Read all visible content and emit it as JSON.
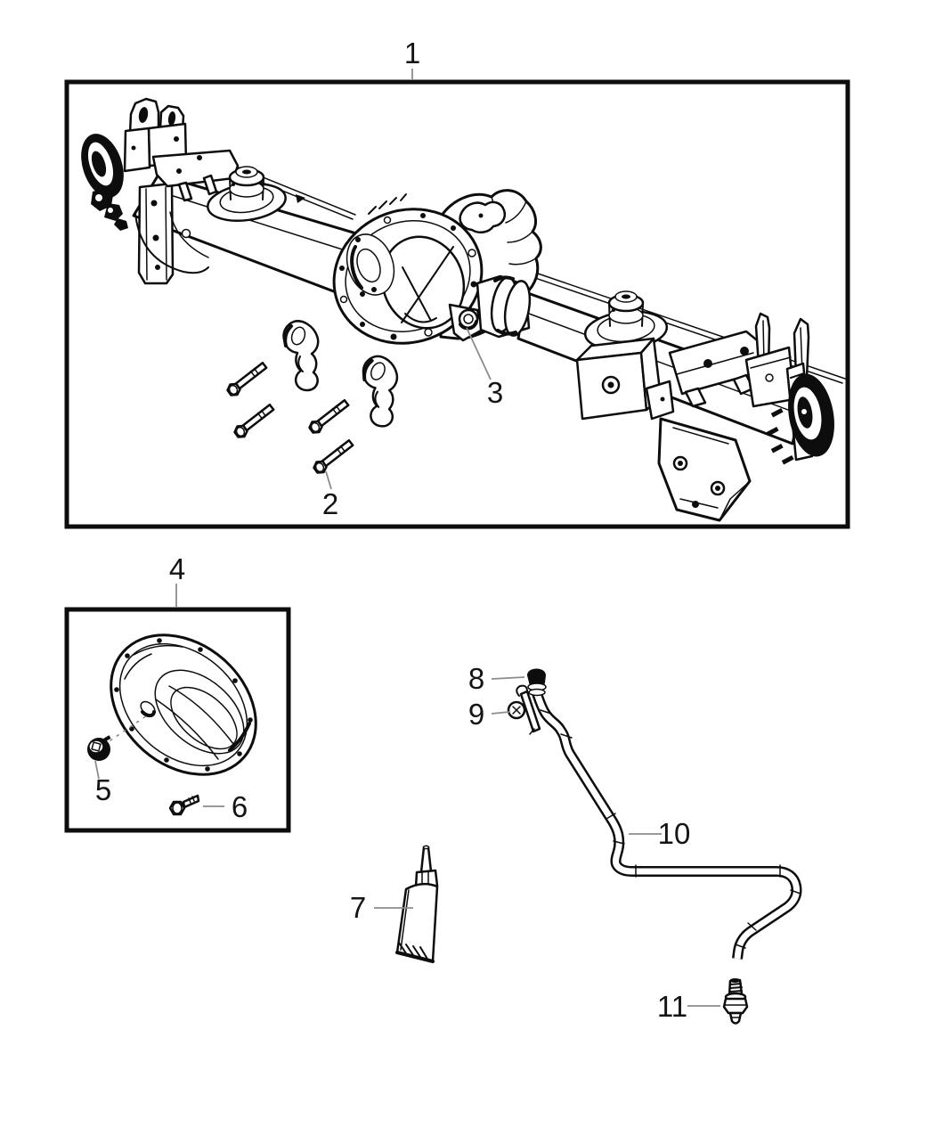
{
  "diagram": {
    "callouts": {
      "c1": "1",
      "c2": "2",
      "c3": "3",
      "c4": "4",
      "c5": "5",
      "c6": "6",
      "c7": "7",
      "c8": "8",
      "c9": "9",
      "c10": "10",
      "c11": "11"
    },
    "colors": {
      "background": "#ffffff",
      "line": "#0d0d0d",
      "leader": "#8c8c8c"
    }
  }
}
